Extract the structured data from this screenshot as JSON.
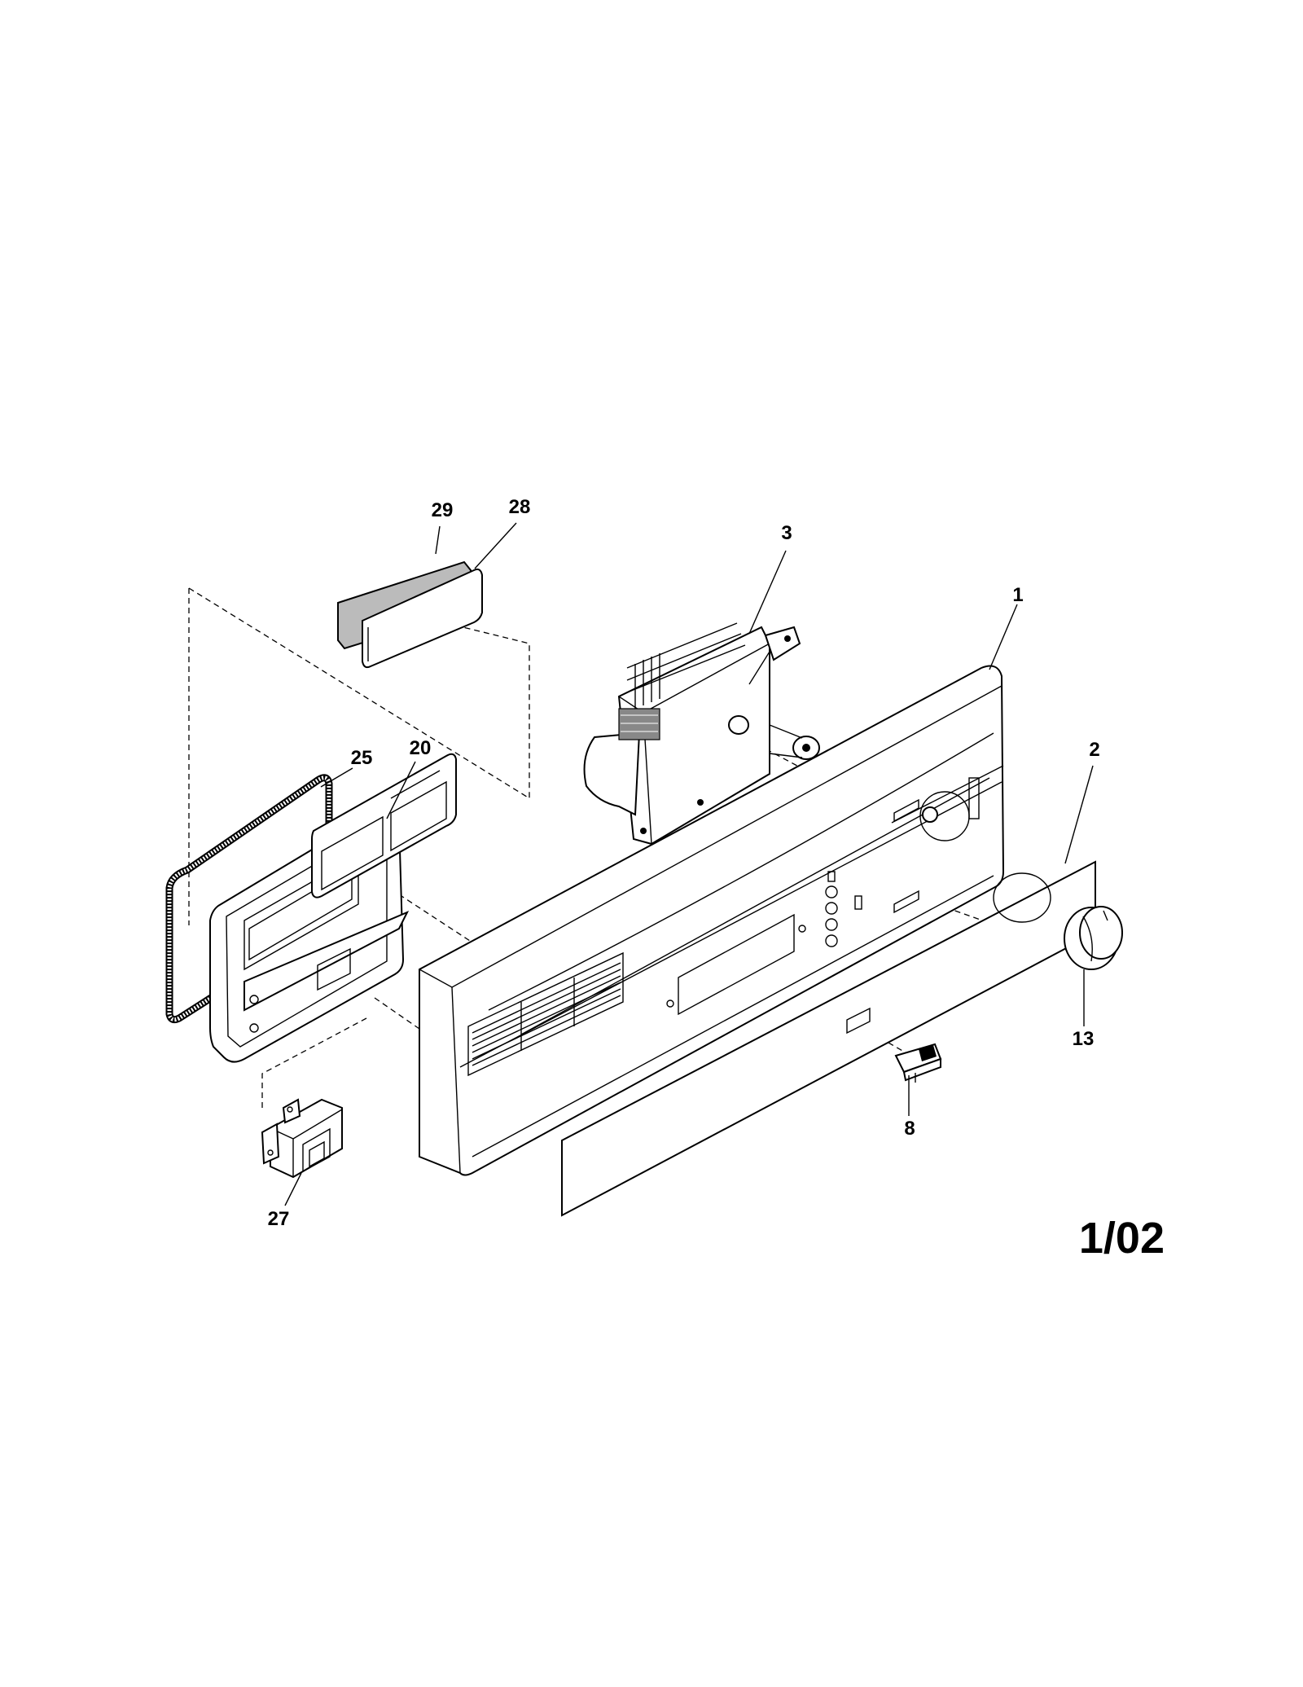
{
  "page_code": "1/02",
  "labels": {
    "l1": "1",
    "l2": "2",
    "l3": "3",
    "l8": "8",
    "l13": "13",
    "l20": "20",
    "l25": "25",
    "l27": "27",
    "l28": "28",
    "l29": "29"
  }
}
